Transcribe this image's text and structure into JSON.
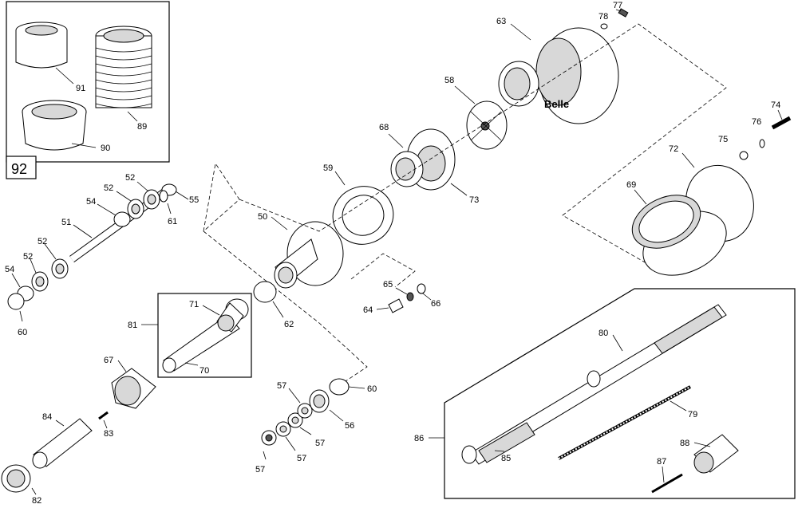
{
  "diagram": {
    "kit_box_label": "92",
    "part_labels": {
      "p91": "91",
      "p89": "89",
      "p90": "90",
      "p77": "77",
      "p78": "78",
      "p63": "63",
      "p58": "58",
      "p68": "68",
      "p73": "73",
      "p59": "59",
      "p50": "50",
      "p74": "74",
      "p76": "76",
      "p75": "75",
      "p72": "72",
      "p69": "69",
      "p52a": "52",
      "p52b": "52",
      "p52c": "52",
      "p52d": "52",
      "p54a": "54",
      "p54b": "54",
      "p55": "55",
      "p61": "61",
      "p51": "51",
      "p60a": "60",
      "p60b": "60",
      "p62": "62",
      "p65": "65",
      "p66": "66",
      "p64": "64",
      "p81": "81",
      "p71": "71",
      "p70": "70",
      "p67": "67",
      "p84": "84",
      "p83": "83",
      "p82": "82",
      "p57a": "57",
      "p57b": "57",
      "p57c": "57",
      "p57d": "57",
      "p56": "56",
      "p80": "80",
      "p79": "79",
      "p86": "86",
      "p85": "85",
      "p88": "88",
      "p87": "87"
    }
  }
}
